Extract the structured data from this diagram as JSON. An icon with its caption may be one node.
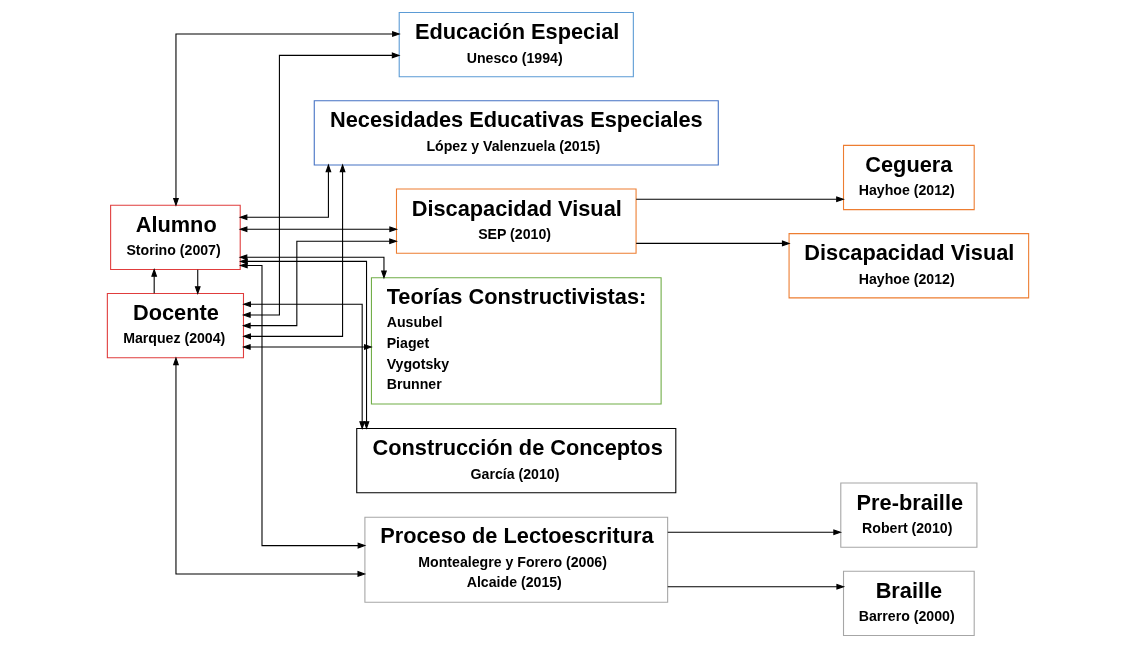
{
  "diagram": {
    "nodes": [
      {
        "text": [
          "Educación Especial",
          "Unesco (1994)"
        ]
      },
      {
        "text": [
          "Necesidades Educativas Especiales",
          "López y Valenzuela (2015)"
        ]
      },
      {
        "text": [
          "Ceguera",
          "Hayhoe (2012)"
        ]
      },
      {
        "text": [
          "Discapacidad Visual",
          "SEP (2010)"
        ]
      },
      {
        "text": [
          "Discapacidad Visual",
          "Hayhoe (2012)"
        ]
      },
      {
        "text": [
          "Docente",
          "Marquez (2004)"
        ]
      },
      {
        "text": [
          "Teorías Constructivistas:",
          "Ausubel",
          "Piaget",
          "Vygotsky",
          "Brunner"
        ]
      },
      {
        "text": [
          "Construcción de Conceptos",
          "García (2010)"
        ]
      },
      {
        "text": [
          "Alumno",
          "Storino (2007)"
        ]
      },
      {
        "text": [
          "Proceso de Lectoescritura",
          "Montealegre y Forero (2006)",
          "Alcaide (2015)"
        ]
      },
      {
        "text": [
          "Pre-braille",
          "Robert (2010)"
        ]
      },
      {
        "text": [
          "Braille",
          "Barrero (2000)"
        ]
      }
    ],
    "edges": [
      {
        "from": 5,
        "to": 8,
        "arrow": "to"
      },
      {
        "from": 8,
        "to": 5,
        "arrow": "to"
      },
      {
        "from": 5,
        "to": 0,
        "arrow": "both"
      },
      {
        "from": 5,
        "to": 1,
        "arrow": "both"
      },
      {
        "from": 5,
        "to": 6,
        "arrow": "both"
      },
      {
        "from": 8,
        "to": 0,
        "arrow": "both"
      },
      {
        "from": 8,
        "to": 1,
        "arrow": "both"
      },
      {
        "from": 8,
        "to": 6,
        "arrow": "both"
      },
      {
        "from": 5,
        "to": 3,
        "arrow": "both"
      },
      {
        "from": 5,
        "to": 7,
        "arrow": "both"
      },
      {
        "from": 5,
        "to": 9,
        "arrow": "both"
      },
      {
        "from": 8,
        "to": 3,
        "arrow": "both"
      },
      {
        "from": 8,
        "to": 7,
        "arrow": "both"
      },
      {
        "from": 8,
        "to": 9,
        "arrow": "both"
      },
      {
        "from": 3,
        "to": 2,
        "arrow": "to"
      },
      {
        "from": 3,
        "to": 4,
        "arrow": "to"
      },
      {
        "from": 9,
        "to": 10,
        "arrow": "to"
      },
      {
        "from": 9,
        "to": 11,
        "arrow": "to"
      }
    ]
  }
}
